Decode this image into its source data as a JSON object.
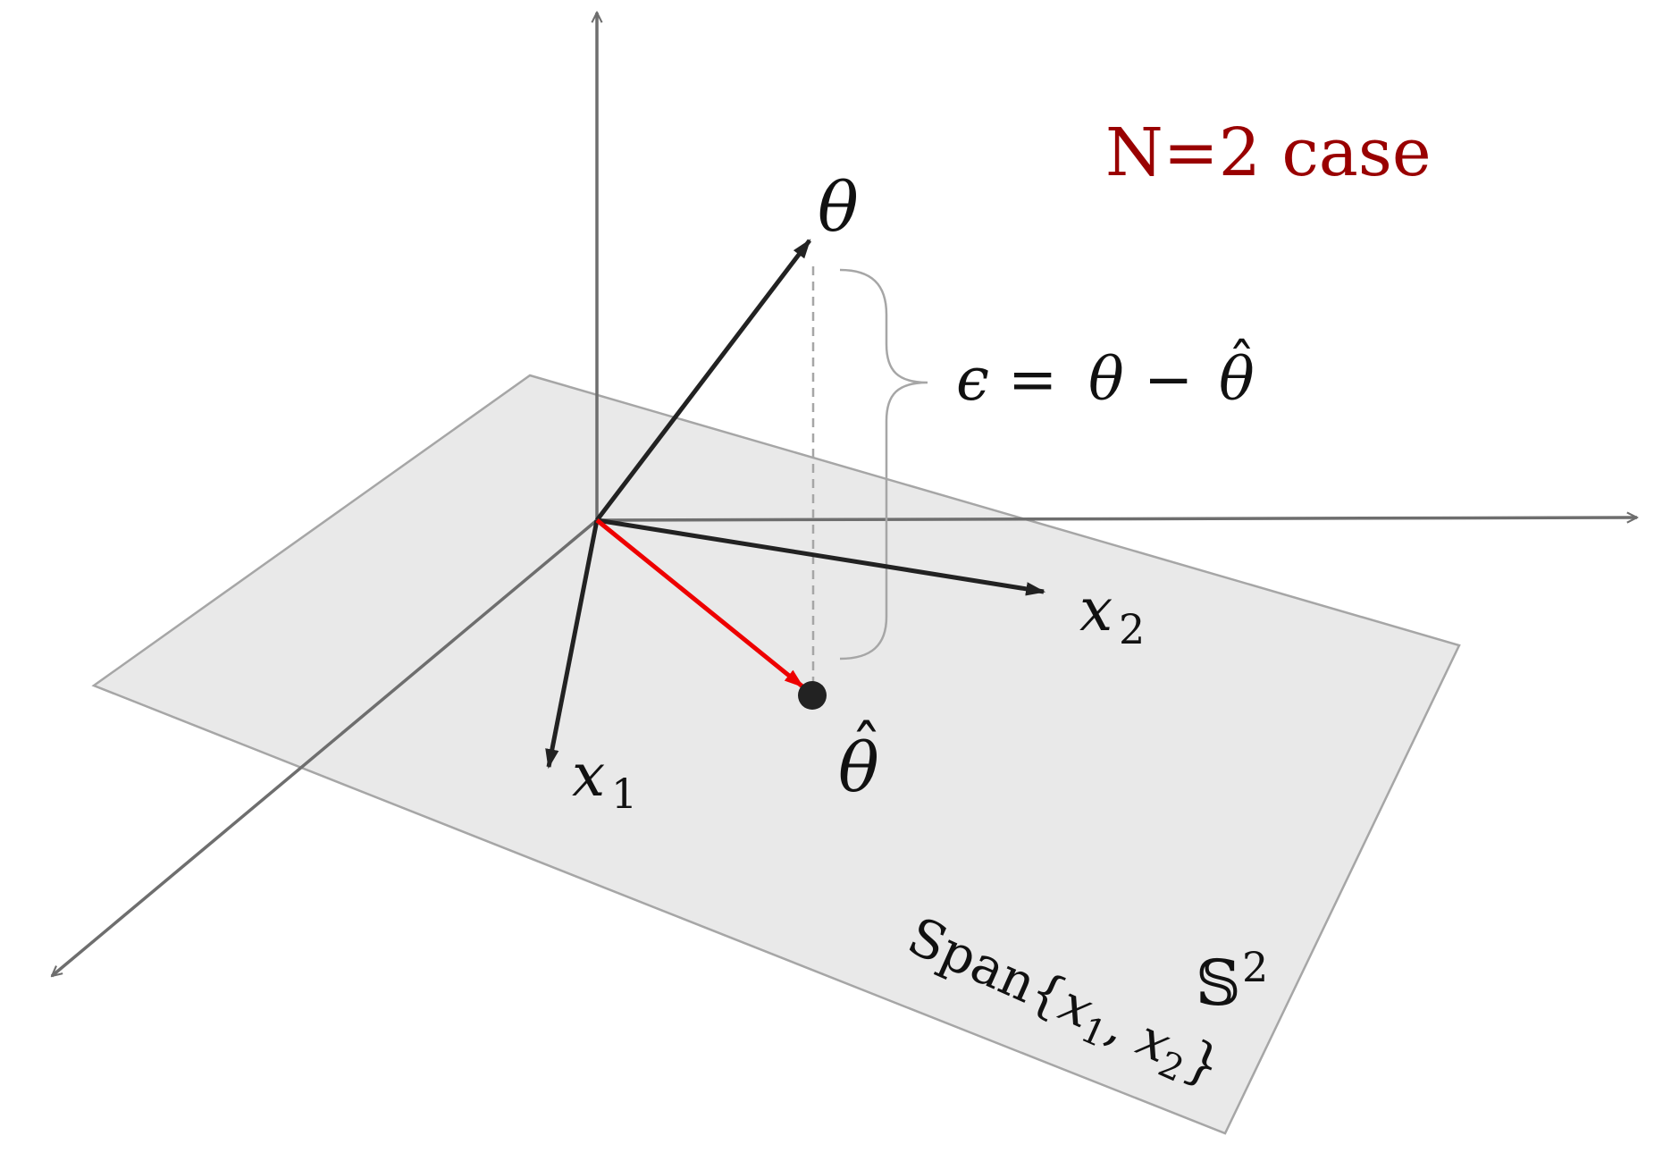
{
  "title": "N=2 case",
  "labels": {
    "theta": "θ",
    "theta_hat": "θ",
    "hat_mark": "ˆ",
    "error_lhs": "ϵ",
    "error_eq": "=",
    "error_theta": "θ",
    "error_minus": "−",
    "error_theta_hat": "θ",
    "x1_base": "x",
    "x1_sub": "1",
    "x2_base": "x",
    "x2_sub": "2",
    "s2_base": "𝕊",
    "s2_sup": "2",
    "span_text": "Span{",
    "span_x1": "x",
    "span_sub1": "1",
    "span_comma": ", ",
    "span_x2": "x",
    "span_sub2": "2",
    "span_close": "}"
  },
  "colors": {
    "title": "#990000",
    "axes": "#6e6e6e",
    "vectors": "#222222",
    "projection": "#ee0000",
    "plane_fill": "#e9e9e9",
    "plane_stroke": "#a6a6a6",
    "brace": "#a6a6a6",
    "dashed": "#a6a6a6"
  }
}
